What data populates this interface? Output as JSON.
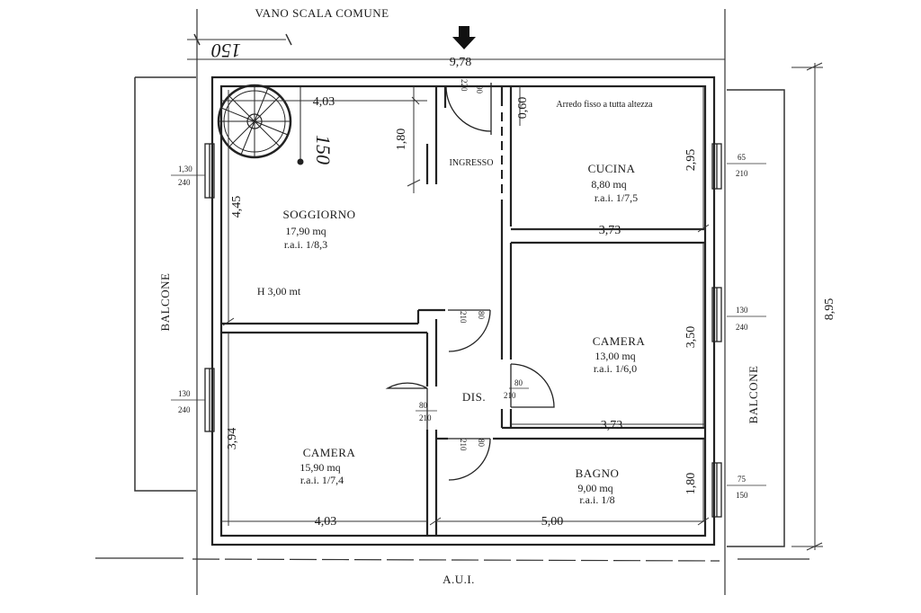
{
  "plan": {
    "header_label": "VANO SCALA COMUNE",
    "bottom_label": "A.U.I.",
    "handwritten": [
      "150",
      "150"
    ],
    "rooms": {
      "soggiorno": {
        "name": "SOGGIORNO",
        "area": "17,90 mq",
        "rai": "r.a.i. 1/8,3",
        "height": "H 3,00 mt"
      },
      "ingresso": {
        "name": "INGRESSO"
      },
      "cucina": {
        "name": "CUCINA",
        "area": "8,80 mq",
        "rai": "r.a.i. 1/7,5",
        "note": "Arredo fisso a tutta altezza"
      },
      "camera1": {
        "name": "CAMERA",
        "area": "13,00 mq",
        "rai": "r.a.i. 1/6,0"
      },
      "camera2": {
        "name": "CAMERA",
        "area": "15,90 mq",
        "rai": "r.a.i. 1/7,4"
      },
      "bagno": {
        "name": "BAGNO",
        "area": "9,00 mq",
        "rai": "r.a.i. 1/8"
      },
      "dis": {
        "name": "DIS."
      }
    },
    "balconies": {
      "left": "BALCONE",
      "right": "BALCONE"
    },
    "dimensions": {
      "overall_width": "9,78",
      "overall_height": "8,95",
      "soggiorno_w": "4,03",
      "soggiorno_h": "4,45",
      "dim_180_top": "1,80",
      "dim_060": "0,60",
      "cucina_h": "2,95",
      "cucina_w": "3,73",
      "camera1_h": "3,50",
      "camera1_w": "3,73",
      "camera2_h": "3,94",
      "camera2_w": "4,03",
      "bagno_h": "1,80",
      "bagno_w": "5,00"
    },
    "openings": {
      "entrance": [
        "90",
        "220"
      ],
      "door_soggiorno": [
        "80",
        "210"
      ],
      "door_camera1": [
        "80",
        "210"
      ],
      "door_camera2": [
        "80",
        "210"
      ],
      "door_bagno": [
        "80",
        "210"
      ],
      "win_left_top": [
        "1,30",
        "240"
      ],
      "win_left_bottom": [
        "130",
        "240"
      ],
      "win_right_cucina": [
        "65",
        "210"
      ],
      "win_right_camera": [
        "130",
        "240"
      ],
      "win_right_bagno": [
        "75",
        "150"
      ]
    }
  }
}
